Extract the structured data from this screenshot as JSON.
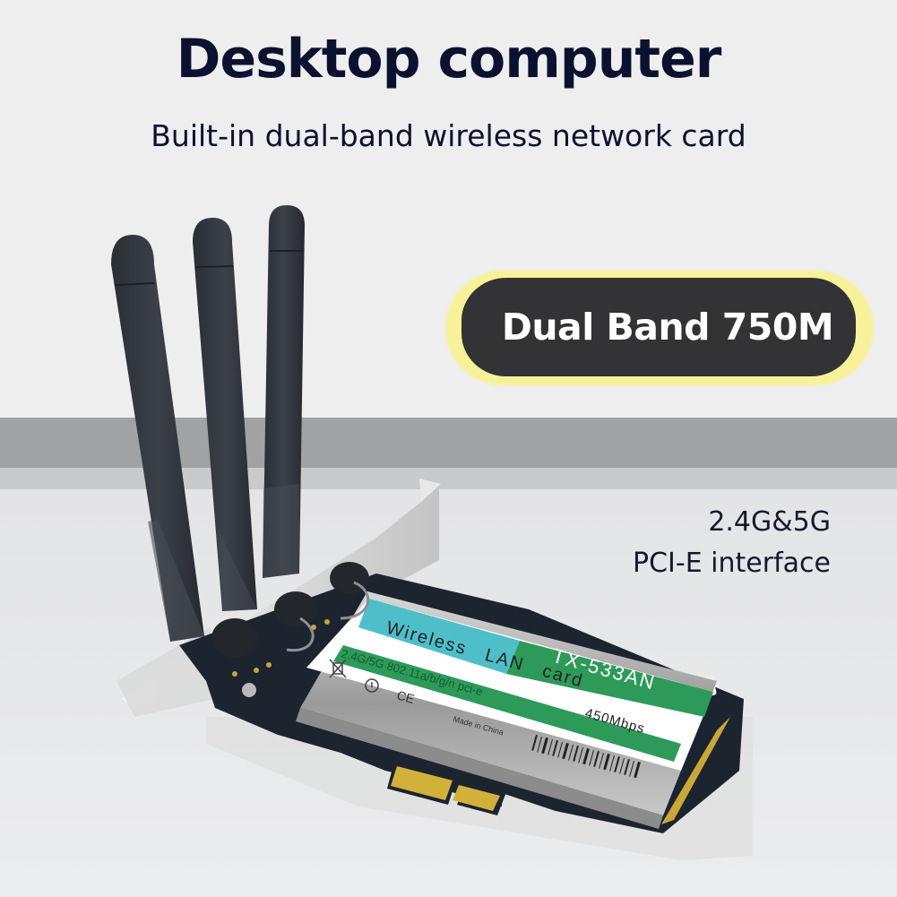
{
  "header": {
    "title": "Desktop computer",
    "subtitle": "Built-in dual-band wireless network card"
  },
  "badge": {
    "label": "Dual Band 750M",
    "fill_color": "#333234",
    "glow_color": "#f7f19a"
  },
  "specs": {
    "line1": "2.4G&5G",
    "line2": "PCI-E interface"
  },
  "product": {
    "antenna_count": 3,
    "label": {
      "line1": "Wireless",
      "line2": "LAN",
      "line3": "card",
      "model": "TX-533AN",
      "standard": "2.4G/5G 802.11a/b/g/n pci-e",
      "speed": "450Mbps",
      "origin": "Made in China",
      "ce_mark": "CE"
    },
    "colors": {
      "label_green": "#2e9a5a",
      "label_teal": "#4ebfc9",
      "pcb": "#1c2430",
      "gold": "#d2b13a",
      "antenna": "#34383f"
    }
  }
}
